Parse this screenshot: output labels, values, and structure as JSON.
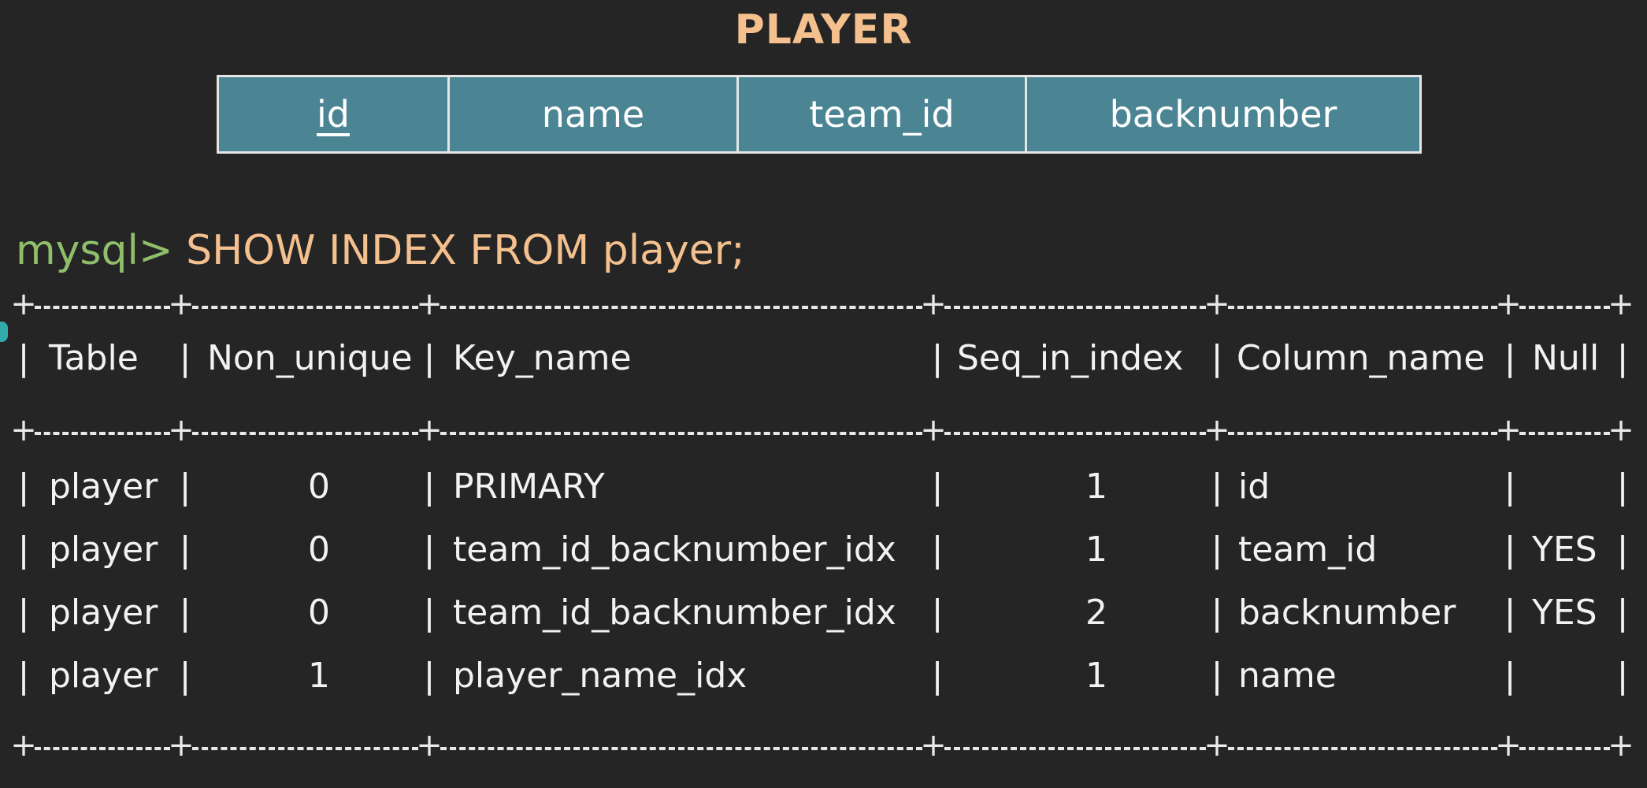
{
  "entity": {
    "title": "PLAYER",
    "columns": [
      {
        "label": "id",
        "primary_key": true
      },
      {
        "label": "name",
        "primary_key": false
      },
      {
        "label": "team_id",
        "primary_key": false
      },
      {
        "label": "backnumber",
        "primary_key": false
      }
    ]
  },
  "terminal": {
    "prompt": "mysql>",
    "command": "SHOW INDEX FROM player;"
  },
  "result": {
    "headers": [
      "Table",
      "Non_unique",
      "Key_name",
      "Seq_in_index",
      "Column_name",
      "Null"
    ],
    "rows": [
      [
        "player",
        "0",
        "PRIMARY",
        "1",
        "id",
        ""
      ],
      [
        "player",
        "0",
        "team_id_backnumber_idx",
        "1",
        "team_id",
        "YES"
      ],
      [
        "player",
        "0",
        "team_id_backnumber_idx",
        "2",
        "backnumber",
        "YES"
      ],
      [
        "player",
        "1",
        "player_name_idx",
        "1",
        "name",
        ""
      ]
    ]
  },
  "colors": {
    "background": "#252526",
    "title": "#f4c08e",
    "entity_fill": "#4b8594",
    "prompt": "#8fbf6a",
    "command": "#f4c08e"
  }
}
